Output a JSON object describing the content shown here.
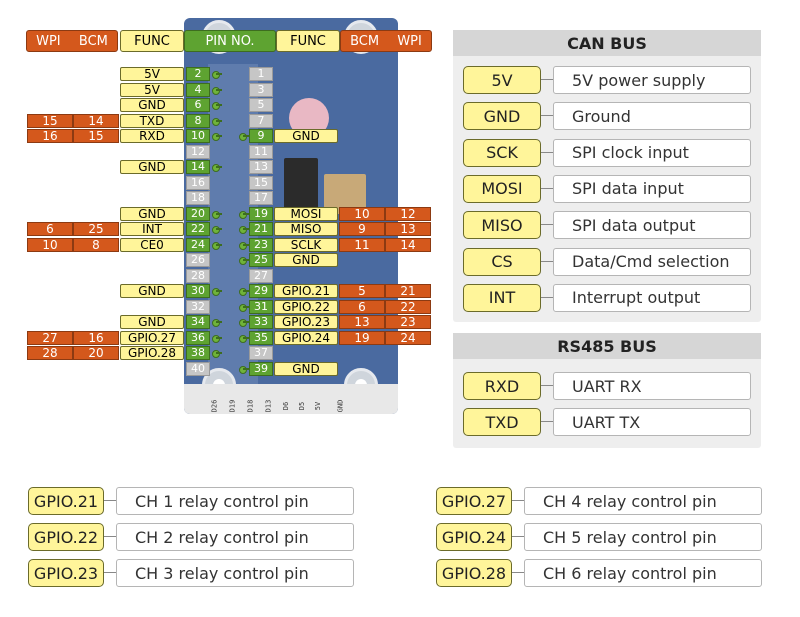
{
  "headers": {
    "wpi": "WPI",
    "bcm": "BCM",
    "func": "FUNC",
    "pin_no": "PIN NO."
  },
  "left_rows": [
    {
      "pin": "2",
      "func": "5V",
      "bcm": "",
      "wpi": ""
    },
    {
      "pin": "4",
      "func": "5V",
      "bcm": "",
      "wpi": ""
    },
    {
      "pin": "6",
      "func": "GND",
      "bcm": "",
      "wpi": ""
    },
    {
      "pin": "8",
      "func": "TXD",
      "bcm": "14",
      "wpi": "15"
    },
    {
      "pin": "10",
      "func": "RXD",
      "bcm": "15",
      "wpi": "16"
    },
    {
      "pin": "12",
      "func": "",
      "bcm": "",
      "wpi": ""
    },
    {
      "pin": "14",
      "func": "GND",
      "bcm": "",
      "wpi": ""
    },
    {
      "pin": "16",
      "func": "",
      "bcm": "",
      "wpi": ""
    },
    {
      "pin": "18",
      "func": "",
      "bcm": "",
      "wpi": ""
    },
    {
      "pin": "20",
      "func": "GND",
      "bcm": "",
      "wpi": ""
    },
    {
      "pin": "22",
      "func": "INT",
      "bcm": "25",
      "wpi": "6"
    },
    {
      "pin": "24",
      "func": "CE0",
      "bcm": "8",
      "wpi": "10"
    },
    {
      "pin": "26",
      "func": "",
      "bcm": "",
      "wpi": ""
    },
    {
      "pin": "28",
      "func": "",
      "bcm": "",
      "wpi": ""
    },
    {
      "pin": "30",
      "func": "GND",
      "bcm": "",
      "wpi": ""
    },
    {
      "pin": "32",
      "func": "",
      "bcm": "",
      "wpi": ""
    },
    {
      "pin": "34",
      "func": "GND",
      "bcm": "",
      "wpi": ""
    },
    {
      "pin": "36",
      "func": "GPIO.27",
      "bcm": "16",
      "wpi": "27"
    },
    {
      "pin": "38",
      "func": "GPIO.28",
      "bcm": "20",
      "wpi": "28"
    },
    {
      "pin": "40",
      "func": "",
      "bcm": "",
      "wpi": ""
    }
  ],
  "right_rows": [
    {
      "pin": "1",
      "func": "",
      "bcm": "",
      "wpi": ""
    },
    {
      "pin": "3",
      "func": "",
      "bcm": "",
      "wpi": ""
    },
    {
      "pin": "5",
      "func": "",
      "bcm": "",
      "wpi": ""
    },
    {
      "pin": "7",
      "func": "",
      "bcm": "",
      "wpi": ""
    },
    {
      "pin": "9",
      "func": "GND",
      "bcm": "",
      "wpi": ""
    },
    {
      "pin": "11",
      "func": "",
      "bcm": "",
      "wpi": ""
    },
    {
      "pin": "13",
      "func": "",
      "bcm": "",
      "wpi": ""
    },
    {
      "pin": "15",
      "func": "",
      "bcm": "",
      "wpi": ""
    },
    {
      "pin": "17",
      "func": "",
      "bcm": "",
      "wpi": ""
    },
    {
      "pin": "19",
      "func": "MOSI",
      "bcm": "10",
      "wpi": "12"
    },
    {
      "pin": "21",
      "func": "MISO",
      "bcm": "9",
      "wpi": "13"
    },
    {
      "pin": "23",
      "func": "SCLK",
      "bcm": "11",
      "wpi": "14"
    },
    {
      "pin": "25",
      "func": "GND",
      "bcm": "",
      "wpi": ""
    },
    {
      "pin": "27",
      "func": "",
      "bcm": "",
      "wpi": ""
    },
    {
      "pin": "29",
      "func": "GPIO.21",
      "bcm": "5",
      "wpi": "21"
    },
    {
      "pin": "31",
      "func": "GPIO.22",
      "bcm": "6",
      "wpi": "22"
    },
    {
      "pin": "33",
      "func": "GPIO.23",
      "bcm": "13",
      "wpi": "23"
    },
    {
      "pin": "35",
      "func": "GPIO.24",
      "bcm": "19",
      "wpi": "24"
    },
    {
      "pin": "37",
      "func": "",
      "bcm": "",
      "wpi": ""
    },
    {
      "pin": "39",
      "func": "GND",
      "bcm": "",
      "wpi": ""
    }
  ],
  "can_bus": {
    "title": "CAN BUS",
    "rows": [
      {
        "key": "5V",
        "val": "5V power supply"
      },
      {
        "key": "GND",
        "val": "Ground"
      },
      {
        "key": "SCK",
        "val": "SPI clock input"
      },
      {
        "key": "MOSI",
        "val": "SPI data input"
      },
      {
        "key": "MISO",
        "val": "SPI data output"
      },
      {
        "key": "CS",
        "val": "Data/Cmd selection"
      },
      {
        "key": "INT",
        "val": "Interrupt output"
      }
    ]
  },
  "rs485_bus": {
    "title": "RS485 BUS",
    "rows": [
      {
        "key": "RXD",
        "val": "UART RX"
      },
      {
        "key": "TXD",
        "val": "UART TX"
      }
    ]
  },
  "relays": [
    {
      "key": "GPIO.21",
      "val": "CH 1 relay control pin"
    },
    {
      "key": "GPIO.22",
      "val": "CH 2 relay control pin"
    },
    {
      "key": "GPIO.23",
      "val": "CH 3 relay control pin"
    },
    {
      "key": "GPIO.27",
      "val": "CH 4 relay control pin"
    },
    {
      "key": "GPIO.24",
      "val": "CH 5 relay control pin"
    },
    {
      "key": "GPIO.28",
      "val": "CH 6 relay control pin"
    }
  ],
  "board_silk": [
    "D26",
    "D19",
    "D18",
    "D13",
    "D6",
    "D5",
    "5V",
    "GND"
  ],
  "colors": {
    "func_yellow": "#fff59a",
    "bcm_orange": "#d4581c",
    "pin_green": "#5ea331",
    "pin_grey": "#c6c6c6"
  }
}
